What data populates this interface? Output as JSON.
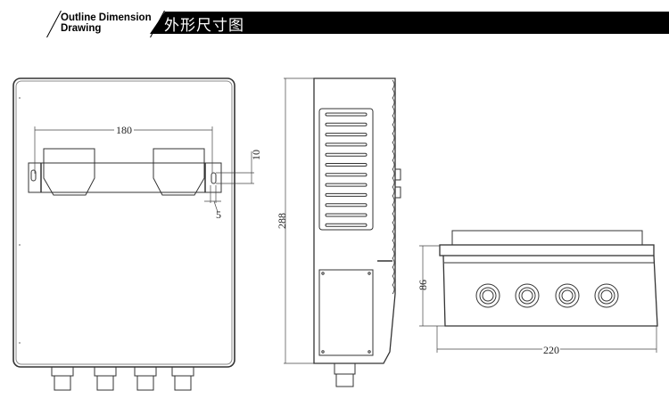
{
  "header": {
    "title_en_line1": "Outline Dimension",
    "title_en_line2": "Drawing",
    "title_zh": "外形尺寸图"
  },
  "dimensions": {
    "mount_spacing": "180",
    "hole_height": "10",
    "hole_width": "5",
    "height": "288",
    "depth": "86",
    "width": "220"
  }
}
